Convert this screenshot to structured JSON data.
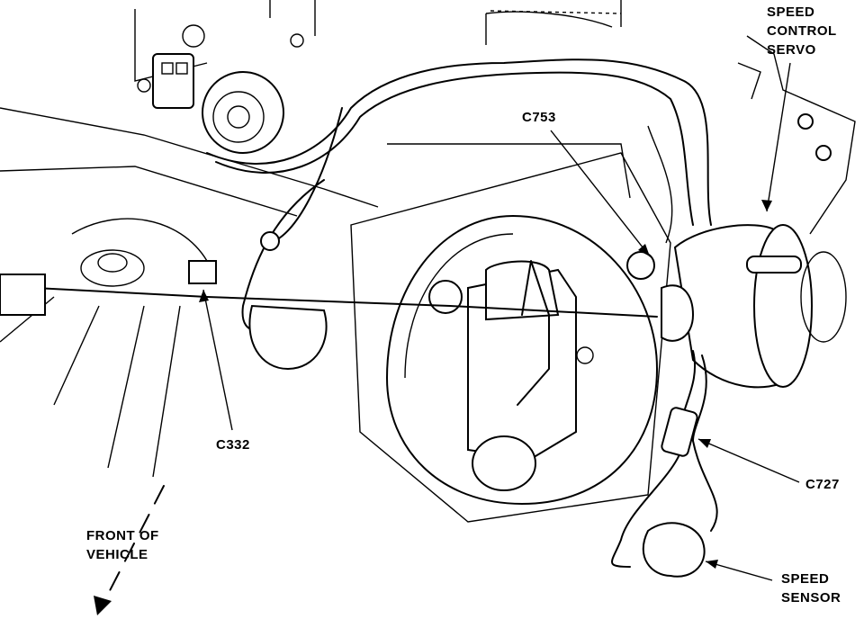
{
  "labels": {
    "speed_control_servo": [
      "SPEED",
      "CONTROL",
      "SERVO"
    ],
    "c753": "C753",
    "c332": "C332",
    "c727": "C727",
    "front_of_vehicle": [
      "FRONT OF",
      "VEHICLE"
    ],
    "speed_sensor": [
      "SPEED",
      "SENSOR"
    ]
  }
}
